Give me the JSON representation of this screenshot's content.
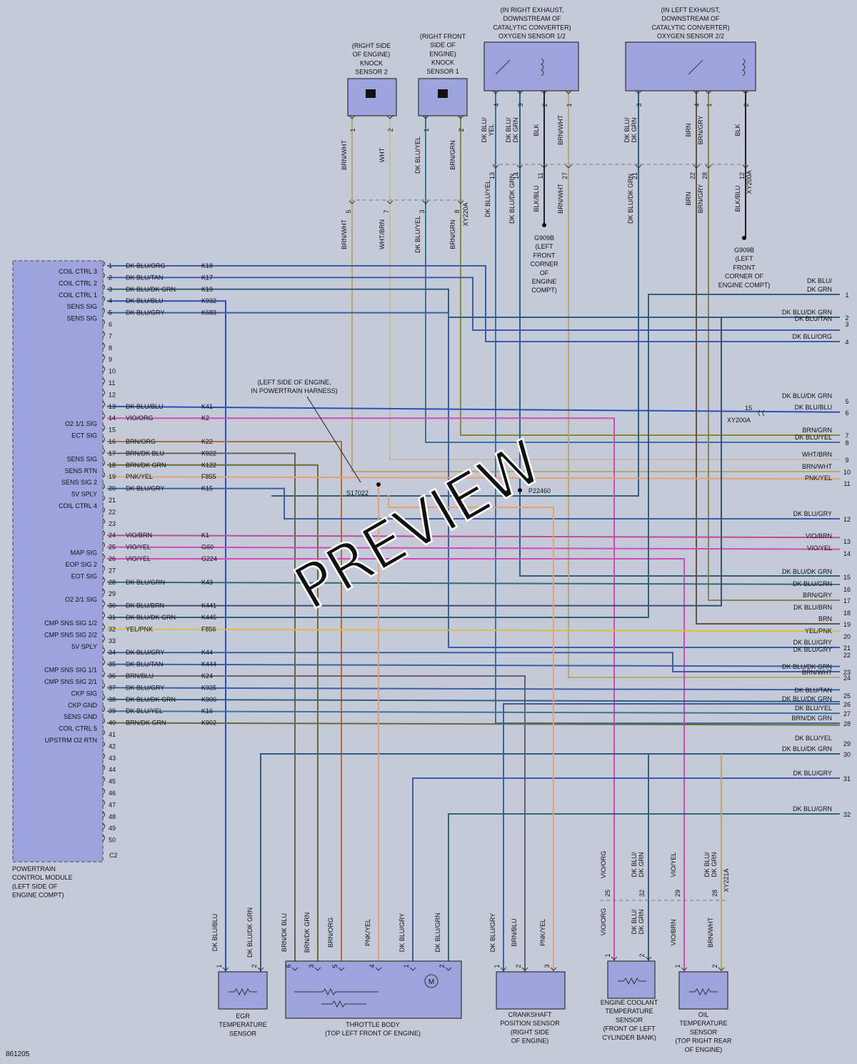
{
  "diagram_id": "861205",
  "watermark": "PREVIEW",
  "colors": {
    "background": "#c4cad8",
    "box_fill": "#9da3dc",
    "pcm_fill": "#9da3dc",
    "wires": {
      "DK BLU/ORG": "#3a5ea8",
      "DK BLU/TAN": "#3a5ea8",
      "DK BLU/DK GRN": "#2f5f7a",
      "DK BLU/BLU": "#2a4fb8",
      "DK BLU/GRY": "#3a5ea8",
      "DK BLU/YEL": "#3f6f9a",
      "DK BLU/BRN": "#3a5070",
      "DK BLU/GRN": "#2f6a7a",
      "VIO/ORG": "#d44ab8",
      "VIO/YEL": "#d44ab8",
      "VIO/BRN": "#c04a9a",
      "BRN/ORG": "#a87040",
      "BRN/DK BLU": "#6a6050",
      "BRN/DK GRN": "#6a6a3a",
      "BRN/GRN": "#8a8a30",
      "BRN/BLU": "#6a6070",
      "BRN/WHT": "#b8a870",
      "BRN/GRY": "#8a8060",
      "PNK/YEL": "#e8a070",
      "YEL/PNK": "#d8c040",
      "WHT/BRN": "#c8b8a0",
      "BRN": "#6a5040",
      "BLK": "#222222",
      "BLK/BLU": "#223050"
    }
  },
  "pcm": {
    "label_lines": [
      "POWERTRAIN",
      "CONTROL MODULE",
      "(LEFT SIDE OF",
      "ENGINE COMPT)"
    ],
    "connector": "C2",
    "pins": [
      {
        "pin": "1",
        "func": "COIL CTRL 3",
        "wire": "DK BLU/ORG",
        "circuit": "K18"
      },
      {
        "pin": "2",
        "func": "COIL CTRL 2",
        "wire": "DK BLU/TAN",
        "circuit": "K17"
      },
      {
        "pin": "3",
        "func": "COIL CTRL 1",
        "wire": "DK BLU/DK GRN",
        "circuit": "K19"
      },
      {
        "pin": "4",
        "func": "SENS SIG",
        "wire": "DK BLU/BLU",
        "circuit": "K932"
      },
      {
        "pin": "5",
        "func": "SENS SIG",
        "wire": "DK BLU/GRY",
        "circuit": "K683"
      },
      {
        "pin": "6",
        "func": "",
        "wire": "",
        "circuit": ""
      },
      {
        "pin": "7",
        "func": "",
        "wire": "",
        "circuit": ""
      },
      {
        "pin": "8",
        "func": "",
        "wire": "",
        "circuit": ""
      },
      {
        "pin": "9",
        "func": "",
        "wire": "",
        "circuit": ""
      },
      {
        "pin": "10",
        "func": "",
        "wire": "",
        "circuit": ""
      },
      {
        "pin": "11",
        "func": "",
        "wire": "",
        "circuit": ""
      },
      {
        "pin": "12",
        "func": "",
        "wire": "",
        "circuit": ""
      },
      {
        "pin": "13",
        "func": "",
        "wire": "DK BLU/BLU",
        "circuit": "K41"
      },
      {
        "pin": "14",
        "func": "O2 1/1 SIG",
        "wire": "VIO/ORG",
        "circuit": "K2"
      },
      {
        "pin": "15",
        "func": "ECT SIG",
        "wire": "",
        "circuit": ""
      },
      {
        "pin": "16",
        "func": "",
        "wire": "BRN/ORG",
        "circuit": "K22"
      },
      {
        "pin": "17",
        "func": "SENS SIG",
        "wire": "BRN/DK BLU",
        "circuit": "K922"
      },
      {
        "pin": "18",
        "func": "SENS RTN",
        "wire": "BRN/DK GRN",
        "circuit": "K122"
      },
      {
        "pin": "19",
        "func": "SENS SIG 2",
        "wire": "PNK/YEL",
        "circuit": "F855"
      },
      {
        "pin": "20",
        "func": "5V SPLY",
        "wire": "DK BLU/GRY",
        "circuit": "K15"
      },
      {
        "pin": "21",
        "func": "COIL CTRL 4",
        "wire": "",
        "circuit": ""
      },
      {
        "pin": "22",
        "func": "",
        "wire": "",
        "circuit": ""
      },
      {
        "pin": "23",
        "func": "",
        "wire": "",
        "circuit": ""
      },
      {
        "pin": "24",
        "func": "",
        "wire": "VIO/BRN",
        "circuit": "K1"
      },
      {
        "pin": "25",
        "func": "MAP SIG",
        "wire": "VIO/YEL",
        "circuit": "G60"
      },
      {
        "pin": "26",
        "func": "EOP SIG 2",
        "wire": "VIO/YEL",
        "circuit": "G224"
      },
      {
        "pin": "27",
        "func": "EOT SIG",
        "wire": "",
        "circuit": ""
      },
      {
        "pin": "28",
        "func": "",
        "wire": "DK BLU/GRN",
        "circuit": "K43"
      },
      {
        "pin": "29",
        "func": "O2 2/1 SIG",
        "wire": "",
        "circuit": ""
      },
      {
        "pin": "30",
        "func": "",
        "wire": "DK BLU/BRN",
        "circuit": "K441"
      },
      {
        "pin": "31",
        "func": "CMP SNS SIG 1/2",
        "wire": "DK BLU/DK GRN",
        "circuit": "K445"
      },
      {
        "pin": "32",
        "func": "CMP SNS SIG 2/2",
        "wire": "YEL/PNK",
        "circuit": "F856"
      },
      {
        "pin": "33",
        "func": "5V SPLY",
        "wire": "",
        "circuit": ""
      },
      {
        "pin": "34",
        "func": "",
        "wire": "DK BLU/GRY",
        "circuit": "K44"
      },
      {
        "pin": "35",
        "func": "CMP SNS SIG 1/1",
        "wire": "DK BLU/TAN",
        "circuit": "K444"
      },
      {
        "pin": "36",
        "func": "CMP SNS SIG 2/1",
        "wire": "BRN/BLU",
        "circuit": "K24"
      },
      {
        "pin": "37",
        "func": "CKP SIG",
        "wire": "DK BLU/GRY",
        "circuit": "K925"
      },
      {
        "pin": "38",
        "func": "CKP GND",
        "wire": "DK BLU/DK GRN",
        "circuit": "K900"
      },
      {
        "pin": "39",
        "func": "SENS GND",
        "wire": "DK BLU/YEL",
        "circuit": "K16"
      },
      {
        "pin": "40",
        "func": "COIL CTRL 5",
        "wire": "BRN/DK GRN",
        "circuit": "K902"
      },
      {
        "pin": "41",
        "func": "UPSTRM O2 RTN",
        "wire": "",
        "circuit": ""
      },
      {
        "pin": "42",
        "func": "",
        "wire": "",
        "circuit": ""
      },
      {
        "pin": "43",
        "func": "",
        "wire": "",
        "circuit": ""
      },
      {
        "pin": "44",
        "func": "",
        "wire": "",
        "circuit": ""
      },
      {
        "pin": "45",
        "func": "",
        "wire": "",
        "circuit": ""
      },
      {
        "pin": "46",
        "func": "",
        "wire": "",
        "circuit": ""
      },
      {
        "pin": "47",
        "func": "",
        "wire": "",
        "circuit": ""
      },
      {
        "pin": "48",
        "func": "",
        "wire": "",
        "circuit": ""
      },
      {
        "pin": "49",
        "func": "",
        "wire": "",
        "circuit": ""
      },
      {
        "pin": "50",
        "func": "",
        "wire": "",
        "circuit": ""
      }
    ]
  },
  "right_connector": [
    {
      "pin": "1",
      "wire_lines": [
        "DK BLU/",
        "DK GRN"
      ]
    },
    {
      "pin": "2",
      "wire_lines": [
        "DK BLU/DK GRN"
      ]
    },
    {
      "pin": "3",
      "wire_lines": [
        "DK BLU/TAN"
      ]
    },
    {
      "pin": "4",
      "wire_lines": [
        "DK BLU/ORG"
      ]
    },
    {
      "pin": "5",
      "wire_lines": [
        "DK BLU/DK GRN"
      ]
    },
    {
      "pin": "6",
      "wire_lines": [
        "DK BLU/BLU"
      ]
    },
    {
      "pin": "7",
      "wire_lines": [
        "BRN/GRN"
      ]
    },
    {
      "pin": "8",
      "wire_lines": [
        "DK BLU/YEL"
      ]
    },
    {
      "pin": "9",
      "wire_lines": [
        "WHT/BRN"
      ]
    },
    {
      "pin": "10",
      "wire_lines": [
        "BRN/WHT"
      ]
    },
    {
      "pin": "11",
      "wire_lines": [
        "PNK/YEL"
      ]
    },
    {
      "pin": "12",
      "wire_lines": [
        "DK BLU/GRY"
      ]
    },
    {
      "pin": "13",
      "wire_lines": [
        "VIO/BRN"
      ]
    },
    {
      "pin": "14",
      "wire_lines": [
        "VIO/YEL"
      ]
    },
    {
      "pin": "15",
      "wire_lines": [
        "DK BLU/DK GRN"
      ]
    },
    {
      "pin": "16",
      "wire_lines": [
        "DK BLU/GRN"
      ]
    },
    {
      "pin": "17",
      "wire_lines": [
        "BRN/GRY"
      ]
    },
    {
      "pin": "18",
      "wire_lines": [
        "DK BLU/BRN"
      ]
    },
    {
      "pin": "19",
      "wire_lines": [
        "BRN"
      ]
    },
    {
      "pin": "20",
      "wire_lines": [
        "YEL/PNK"
      ]
    },
    {
      "pin": "21",
      "wire_lines": [
        "DK BLU/GRY"
      ]
    },
    {
      "pin": "22",
      "wire_lines": [
        "DK BLU/GRY"
      ]
    },
    {
      "pin": "23",
      "wire_lines": [
        "DK BLU/DK GRN"
      ]
    },
    {
      "pin": "24",
      "wire_lines": [
        "BRN/WHT"
      ]
    },
    {
      "pin": "25",
      "wire_lines": [
        "DK BLU/TAN"
      ]
    },
    {
      "pin": "26",
      "wire_lines": [
        "DK BLU/DK GRN"
      ]
    },
    {
      "pin": "27",
      "wire_lines": [
        "DK BLU/YEL"
      ]
    },
    {
      "pin": "28",
      "wire_lines": [
        "BRN/DK GRN"
      ]
    },
    {
      "pin": "29",
      "wire_lines": [
        "DK BLU/YEL"
      ]
    },
    {
      "pin": "30",
      "wire_lines": [
        "DK BLU/DK GRN"
      ]
    },
    {
      "pin": "31",
      "wire_lines": [
        "DK BLU/GRY"
      ]
    },
    {
      "pin": "32",
      "wire_lines": [
        "DK BLU/GRN"
      ]
    }
  ],
  "top_components": {
    "knock2": {
      "label_lines": [
        "(RIGHT SIDE",
        "OF ENGINE)",
        "KNOCK",
        "SENSOR 2"
      ],
      "upper_pins": [
        "1",
        "2"
      ],
      "upper_wires": [
        "BRN/WHT",
        "WHT"
      ],
      "lower_pins": [
        "5",
        "7"
      ],
      "lower_wires": [
        "BRN/WHT",
        "WHT/BRN"
      ]
    },
    "knock1": {
      "label_lines": [
        "(RIGHT FRONT",
        "SIDE OF",
        "ENGINE)",
        "KNOCK",
        "SENSOR 1"
      ],
      "upper_pins": [
        "1",
        "2"
      ],
      "upper_wires": [
        "DK BLU/YEL",
        "BRN/GRN"
      ],
      "lower_pins": [
        "3",
        "8"
      ],
      "lower_wires": [
        "DK BLU/YEL",
        "BRN/GRN"
      ]
    },
    "o2_12": {
      "label_lines": [
        "(IN RIGHT EXHAUST,",
        "DOWNSTREAM OF",
        "CATALYTIC CONVERTER)",
        "OXYGEN SENSOR 1/2"
      ],
      "upper_pins": [
        "4",
        "3",
        "2",
        "1"
      ],
      "upper_wires": [
        [
          "DK BLU/",
          "YEL"
        ],
        [
          "DK BLU/",
          "DK GRN"
        ],
        [
          "BLK"
        ],
        [
          "BRN/WHT"
        ]
      ],
      "lower_pins": [
        "13",
        "14",
        "11",
        "27"
      ],
      "lower_wires": [
        "DK BLU/YEL",
        "DK BLU/DK GRN",
        "BLK/BLU",
        "BRN/WHT"
      ]
    },
    "o2_22": {
      "label_lines": [
        "(IN LEFT EXHAUST,",
        "DOWNSTREAM OF",
        "CATALYTIC CONVERTER)",
        "OXYGEN SENSOR 2/2"
      ],
      "upper_pins": [
        "3",
        "4",
        "1",
        "2"
      ],
      "upper_wires": [
        [
          "DK BLU/",
          "DK GRN"
        ],
        [
          "BRN"
        ],
        [
          "BRN/GRY"
        ],
        [
          "BLK"
        ]
      ],
      "lower_pins": [
        "21",
        "22",
        "28",
        "12"
      ],
      "lower_wires": [
        "DK BLU/DK GRN",
        "BRN",
        "BRN/GRY",
        "BLK/BLU"
      ]
    },
    "connector_xy220a": "XY220A",
    "connector_xy200a_top": "XY200A",
    "ground_g909b_right": [
      "G909B",
      "(LEFT",
      "FRONT",
      "CORNER",
      "OF",
      "ENGINE",
      "COMPT)"
    ],
    "ground_g909b_left": [
      "G909B",
      "(LEFT",
      "FRONT",
      "CORNER OF",
      "ENGINE COMPT)"
    ]
  },
  "splices": {
    "note_lines": [
      "(LEFT SIDE OF ENGINE,",
      "IN POWERTRAIN HARNESS)"
    ],
    "s17022": "S17022",
    "p22460": "P22460",
    "xy200a_side": "XY200A",
    "xy200a_pin": "15"
  },
  "bottom_components": {
    "egr": {
      "label_lines": [
        "EGR",
        "TEMPERATURE",
        "SENSOR"
      ],
      "pins": [
        "1",
        "2"
      ],
      "wires": [
        "DK BLU/BLU",
        "DK BLU/DK GRN"
      ]
    },
    "throttle": {
      "label_lines": [
        "THROTTLE BODY",
        "(TOP LEFT FRONT OF ENGINE)"
      ],
      "pins": [
        "6",
        "3",
        "5",
        "4",
        "1",
        "2"
      ],
      "wires": [
        "BRN/DK BLU",
        "BRN/DK GRN",
        "BRN/ORG",
        "PNK/YEL",
        "DK BLU/GRY",
        "DK BLU/GRN"
      ],
      "motor": "M"
    },
    "ckp": {
      "label_lines": [
        "CRANKSHAFT",
        "POSITION SENSOR",
        "(RIGHT SIDE",
        "OF ENGINE)"
      ],
      "pins": [
        "1",
        "2",
        "3"
      ],
      "wires": [
        "DK BLU/GRY",
        "BRN/BLU",
        "PNK/YEL"
      ]
    },
    "ect": {
      "label_lines": [
        "ENGINE COOLANT",
        "TEMPERATURE",
        "SENSOR",
        "(FRONT OF LEFT",
        "CYLINDER BANK)"
      ],
      "pins": [
        "1",
        "2"
      ],
      "wires": [
        "VIO/ORG",
        [
          "DK BLU/",
          "DK GRN"
        ]
      ],
      "upper_pins": [
        "25",
        "32"
      ],
      "upper_wires": [
        "VIO/ORG",
        [
          "DK BLU/",
          "DK GRN"
        ]
      ]
    },
    "oil": {
      "label_lines": [
        "OIL",
        "TEMPERATURE",
        "SENSOR",
        "(TOP RIGHT REAR",
        "OF ENGINE)"
      ],
      "pins": [
        "1",
        "2"
      ],
      "wires": [
        "VIO/BRN",
        "BRN/WHT"
      ],
      "upper_pins": [
        "29",
        "28"
      ],
      "upper_wires": [
        "VIO/YEL",
        [
          "DK BLU/",
          "DK GRN"
        ]
      ]
    },
    "connector_xy221a": "XY221A"
  }
}
